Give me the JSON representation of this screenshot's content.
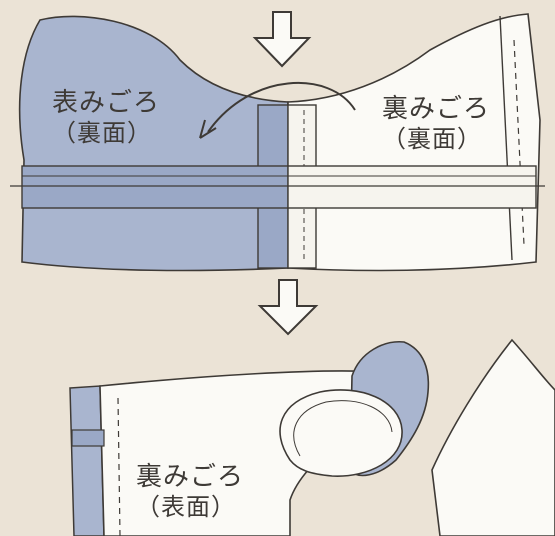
{
  "labels": {
    "top_left": {
      "line1": "表みごろ",
      "line2": "（裏面）"
    },
    "top_right": {
      "line1": "裏みごろ",
      "line2": "（裏面）"
    },
    "bottom": {
      "line1": "裏みごろ",
      "line2": "（表面）"
    }
  },
  "icons": [
    "down-arrow-icon",
    "down-arrow-icon",
    "curved-arrow-icon"
  ],
  "colors": {
    "background": "#ebe3d6",
    "fabric_blue": "#a9b5cf",
    "fabric_white": "#fbfaf6",
    "ink": "#3e3a36"
  }
}
